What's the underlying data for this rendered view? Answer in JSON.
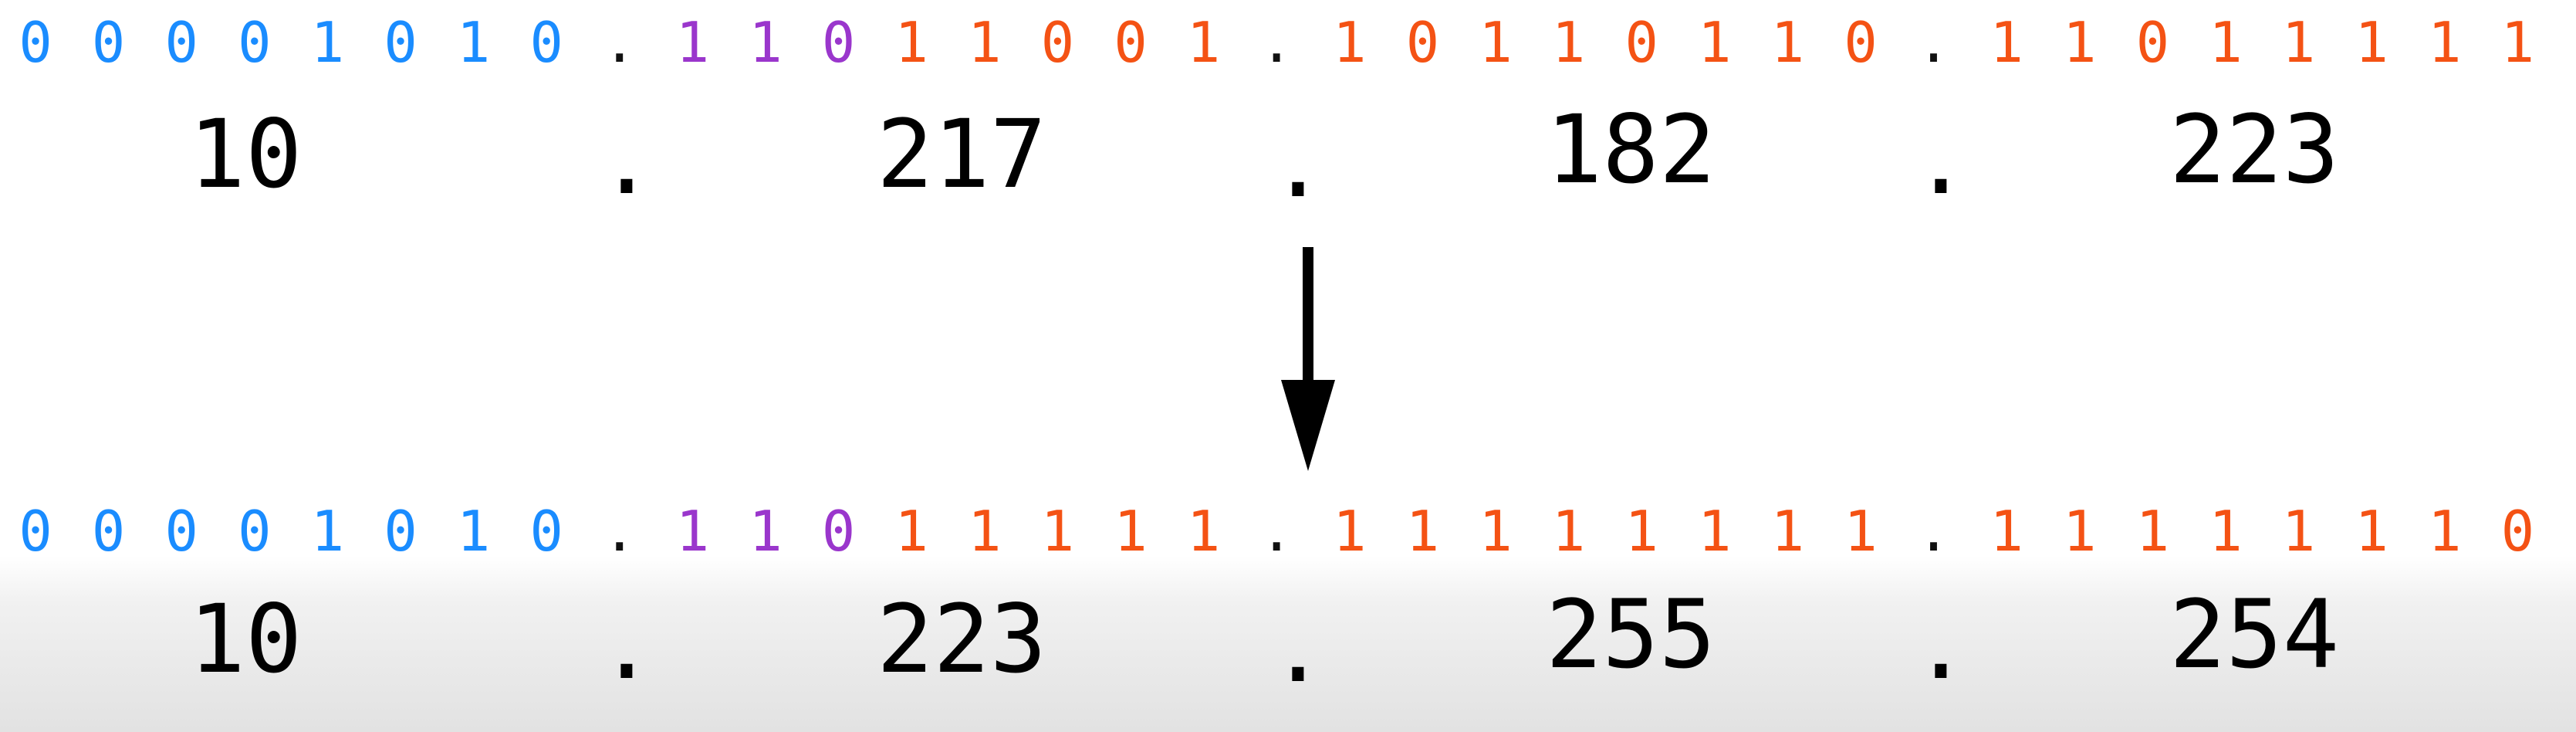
{
  "colors": {
    "network": "#1a8cff",
    "subnet": "#9a36cc",
    "host": "#f45214",
    "text": "#000000"
  },
  "rows": [
    {
      "octets": [
        {
          "bits": [
            "0",
            "0",
            "0",
            "0",
            "1",
            "0",
            "1",
            "0"
          ],
          "colors": [
            "network",
            "network",
            "network",
            "network",
            "network",
            "network",
            "network",
            "network"
          ],
          "decimal": "10"
        },
        {
          "bits": [
            "1",
            "1",
            "0",
            "1",
            "1",
            "0",
            "0",
            "1"
          ],
          "colors": [
            "subnet",
            "subnet",
            "subnet",
            "host",
            "host",
            "host",
            "host",
            "host"
          ],
          "decimal": "217"
        },
        {
          "bits": [
            "1",
            "0",
            "1",
            "1",
            "0",
            "1",
            "1",
            "0"
          ],
          "colors": [
            "host",
            "host",
            "host",
            "host",
            "host",
            "host",
            "host",
            "host"
          ],
          "decimal": "182"
        },
        {
          "bits": [
            "1",
            "1",
            "0",
            "1",
            "1",
            "1",
            "1",
            "1"
          ],
          "colors": [
            "host",
            "host",
            "host",
            "host",
            "host",
            "host",
            "host",
            "host"
          ],
          "decimal": "223"
        }
      ],
      "separator": "."
    },
    {
      "octets": [
        {
          "bits": [
            "0",
            "0",
            "0",
            "0",
            "1",
            "0",
            "1",
            "0"
          ],
          "colors": [
            "network",
            "network",
            "network",
            "network",
            "network",
            "network",
            "network",
            "network"
          ],
          "decimal": "10"
        },
        {
          "bits": [
            "1",
            "1",
            "0",
            "1",
            "1",
            "1",
            "1",
            "1"
          ],
          "colors": [
            "subnet",
            "subnet",
            "subnet",
            "host",
            "host",
            "host",
            "host",
            "host"
          ],
          "decimal": "223"
        },
        {
          "bits": [
            "1",
            "1",
            "1",
            "1",
            "1",
            "1",
            "1",
            "1"
          ],
          "colors": [
            "host",
            "host",
            "host",
            "host",
            "host",
            "host",
            "host",
            "host"
          ],
          "decimal": "255"
        },
        {
          "bits": [
            "1",
            "1",
            "1",
            "1",
            "1",
            "1",
            "1",
            "0"
          ],
          "colors": [
            "host",
            "host",
            "host",
            "host",
            "host",
            "host",
            "host",
            "host"
          ],
          "decimal": "254"
        }
      ],
      "separator": "."
    }
  ],
  "arrow_icon": "down-arrow-icon"
}
